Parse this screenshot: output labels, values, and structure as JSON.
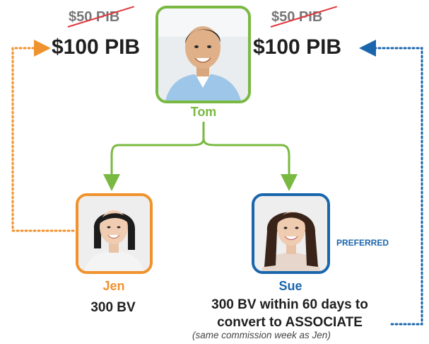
{
  "colors": {
    "tom": "#79b942",
    "jen": "#f0922e",
    "sue": "#1a66ad",
    "strike": "#e0393e",
    "text": "#1f1f1f",
    "muted": "#777777"
  },
  "tom": {
    "name": "Tom",
    "left_old_price": "$50 PIB",
    "left_new_price": "$100 PIB",
    "right_old_price": "$50 PIB",
    "right_new_price": "$100 PIB"
  },
  "jen": {
    "name": "Jen",
    "bv": "300 BV"
  },
  "sue": {
    "name": "Sue",
    "badge": "PREFERRED",
    "bv_line1": "300 BV within 60 days to",
    "bv_line2": "convert to ASSOCIATE",
    "note": "(same commission week as Jen)"
  }
}
